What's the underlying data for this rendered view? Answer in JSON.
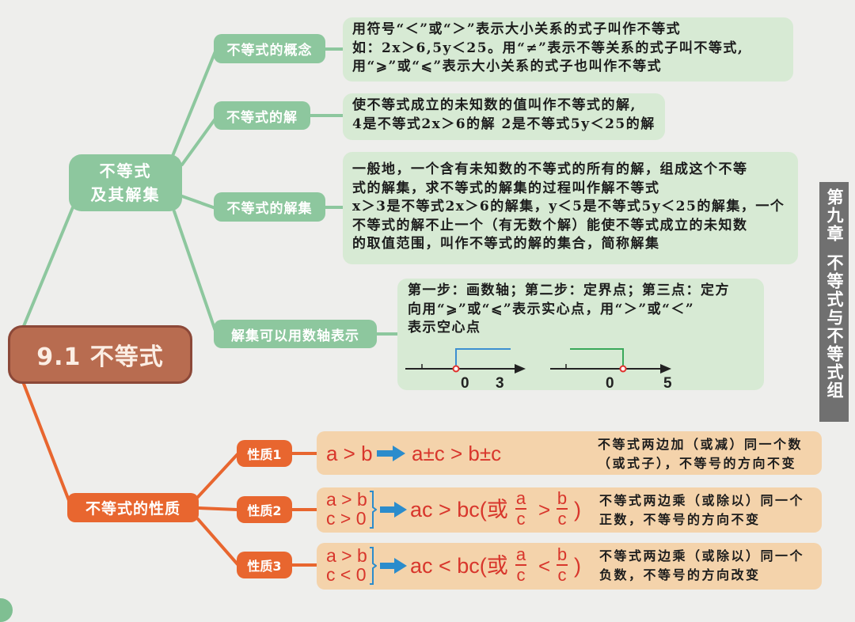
{
  "colors": {
    "background": "#eeeeec",
    "green_node": "#8dc79e",
    "green_box": "#d7ead4",
    "root_brown": "#b86c50",
    "orange_node": "#e8662f",
    "peach_box": "#f4d3ab",
    "formula_red": "#d8362c",
    "arrow_blue": "#2b8ccc",
    "sidebar_gray": "#707070"
  },
  "root": {
    "label": "9.1 不等式"
  },
  "sidebar": {
    "chapter": "第九章",
    "title": "不等式与不等式组"
  },
  "branch_solutions": {
    "label_lines": [
      "不等式",
      "及其解集"
    ],
    "children": [
      {
        "label": "不等式的概念",
        "lines": [
          "用符号“＜”或“＞”表示大小关系的式子叫作不等式",
          "如：2x＞6,5y＜25。用“≠”表示不等关系的式子叫不等式,",
          "用“⩾”或“⩽”表示大小关系的式子也叫作不等式"
        ]
      },
      {
        "label": "不等式的解",
        "lines": [
          "使不等式成立的未知数的值叫作不等式的解,",
          "4是不等式2x＞6的解  2是不等式5y＜25的解"
        ]
      },
      {
        "label": "不等式的解集",
        "lines": [
          "一般地，一个含有未知数的不等式的所有的解，组成这个不等",
          "式的解集，求不等式的解集的过程叫作解不等式",
          "x＞3是不等式2x＞6的解集，y＜5是不等式5y＜25的解集，一个",
          "不等式的解不止一个（有无数个解）能使不等式成立的未知数",
          "的取值范围，叫作不等式的解的集合，简称解集"
        ]
      },
      {
        "label": "解集可以用数轴表示",
        "lines": [
          "第一步：画数轴；第二步：定界点；第三点：定方",
          "向用“⩾”或“⩽”表示实心点，用“＞”或“＜”",
          "表示空心点"
        ],
        "number_lines": [
          {
            "labels": [
              "0",
              "3"
            ],
            "bracket_color": "#3d8fd0",
            "direction": "right"
          },
          {
            "labels": [
              "0",
              "5"
            ],
            "bracket_color": "#3aa85a",
            "direction": "left"
          }
        ]
      }
    ]
  },
  "branch_properties": {
    "label": "不等式的性质",
    "items": [
      {
        "label": "性质1",
        "formula": {
          "lhs": "a > b",
          "rhs": "a±c > b±c"
        },
        "description_lines": [
          "不等式两边加（或减）同一个数",
          "（或式子），不等号的方向不变"
        ]
      },
      {
        "label": "性质2",
        "formula": {
          "conditions": [
            "a > b",
            "c > 0"
          ],
          "result_prefix": "ac > bc(或",
          "frac1": {
            "num": "a",
            "den": "c"
          },
          "op": ">",
          "frac2": {
            "num": "b",
            "den": "c"
          },
          "suffix": ")"
        },
        "description_lines": [
          "不等式两边乘（或除以）同一个",
          "正数，不等号的方向不变"
        ]
      },
      {
        "label": "性质3",
        "formula": {
          "conditions": [
            "a > b",
            "c < 0"
          ],
          "result_prefix": "ac < bc(或",
          "frac1": {
            "num": "a",
            "den": "c"
          },
          "op": "<",
          "frac2": {
            "num": "b",
            "den": "c"
          },
          "suffix": ")"
        },
        "description_lines": [
          "不等式两边乘（或除以）同一个",
          "负数，不等号的方向改变"
        ]
      }
    ]
  }
}
